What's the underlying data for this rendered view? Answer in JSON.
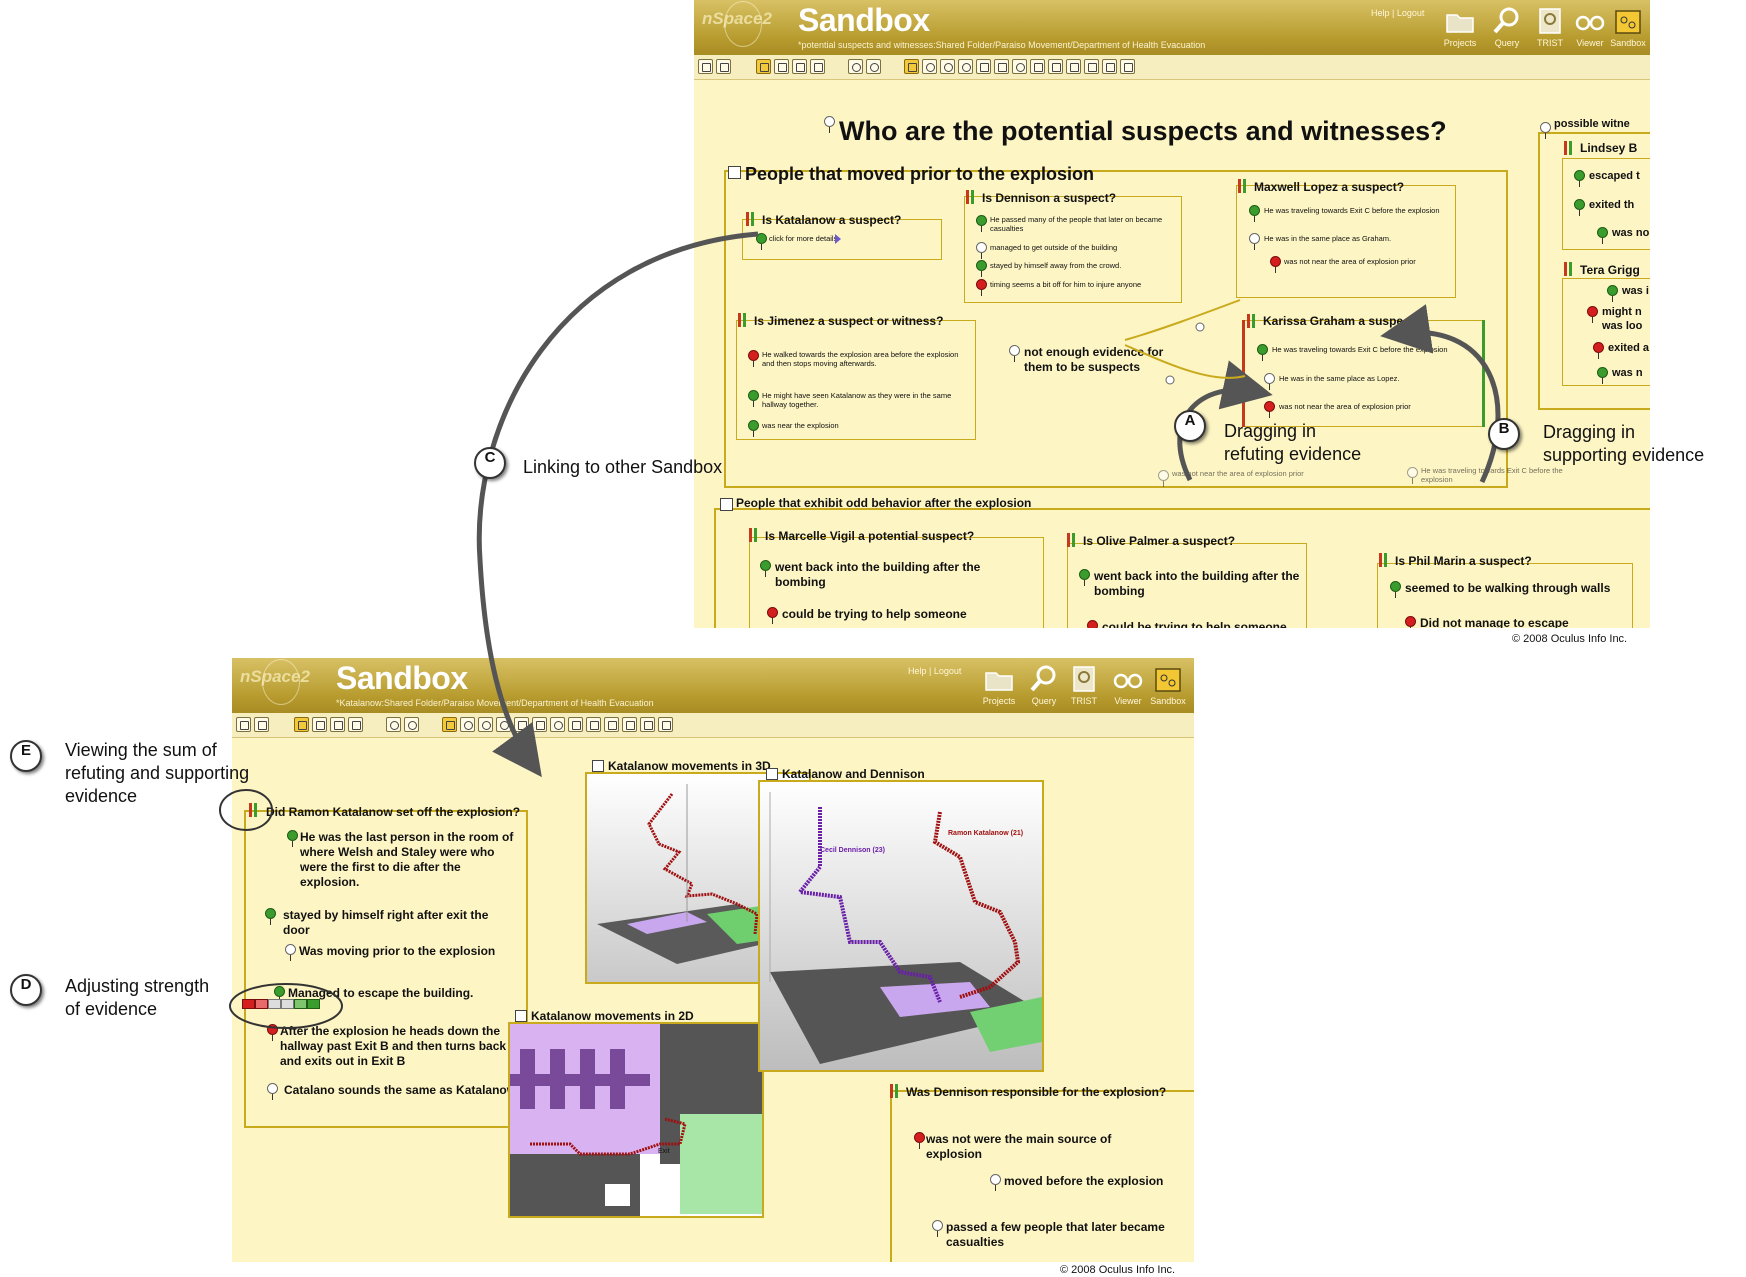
{
  "top_window": {
    "logo": "nSpace2",
    "title": "Sandbox",
    "breadcrumb": "*potential suspects and witnesses:Shared Folder/Paraiso Movement/Department of Health Evacuation",
    "help_links": "Help | Logout",
    "nav": [
      "Projects",
      "Query",
      "TRIST",
      "Viewer",
      "Sandbox"
    ],
    "question": "Who are the potential suspects and witnesses?",
    "group1_title": "People that moved prior to the explosion",
    "katalanow": {
      "title": "Is Katalanow a suspect?",
      "link": "click for more details"
    },
    "dennison": {
      "title": "Is Dennison a suspect?",
      "items": [
        "He passed many of the people that later on became casualties",
        "managed to get outside of the building",
        "stayed by himself away from the crowd.",
        "timing seems a bit off for him to injure anyone"
      ]
    },
    "maxwell": {
      "title": "Maxwell Lopez a suspect?",
      "items": [
        "He was traveling towards Exit C before the explosion",
        "He was in the same place as Graham.",
        "was not near the area of explosion prior"
      ]
    },
    "jimenez": {
      "title": "Is Jimenez a suspect or witness?",
      "items": [
        "He walked towards the explosion area before the explosion and then stops moving afterwards.",
        "He might have seen Katalanow as they were in the same hallway together.",
        "was near the explosion"
      ]
    },
    "not_enough": "not enough evidence for them to be suspects",
    "karissa": {
      "title": "Karissa Graham a suspect?",
      "items": [
        "He was traveling towards Exit C before the explosion",
        "He was in the same place as Lopez.",
        "was not near the area of explosion prior"
      ]
    },
    "floating_a": "was not near the area of explosion prior",
    "floating_b": "He was traveling towards Exit C before the explosion",
    "possible": {
      "title": "possible witne",
      "lindsey": "Lindsey B",
      "lindsey_items": [
        "escaped t",
        "exited th",
        "was no"
      ],
      "tera": "Tera Grigg",
      "tera_items": [
        "was i",
        "might n was loo",
        "exited a",
        "was n"
      ]
    },
    "group2_title": "People that exhibit odd behavior after the explosion",
    "marcelle": {
      "title": "Is Marcelle Vigil a potential suspect?",
      "items": [
        "went back into the building after the bombing",
        "could be trying to help someone"
      ]
    },
    "olive": {
      "title": "Is Olive Palmer a suspect?",
      "items": [
        "went back into the building after the bombing",
        "could be trying to help someone"
      ]
    },
    "phil": {
      "title": "Is Phil Marin a suspect?",
      "items": [
        "seemed to be walking through walls",
        "Did not manage to escape"
      ]
    },
    "copyright": "© 2008 Oculus Info Inc."
  },
  "bottom_window": {
    "logo": "nSpace2",
    "title": "Sandbox",
    "breadcrumb": "*Katalanow:Shared Folder/Paraiso Movement/Department of Health Evacuation",
    "help_links": "Help | Logout",
    "nav": [
      "Projects",
      "Query",
      "TRIST",
      "Viewer",
      "Sandbox"
    ],
    "ramon": {
      "title": "Did Ramon Katalanow set off the explosion?",
      "items": [
        "He was the last person in the room of where Welsh and Staley were who were the first to die after the explosion.",
        "stayed by himself right after exit the door",
        "Was moving prior to the explosion",
        "Managed to escape the building.",
        "After the explosion he heads down the hallway past Exit B and then turns back and exits out in Exit B",
        "Catalano sounds the same as Katalanow"
      ]
    },
    "pic_3d": "Katalanow movements in 3D",
    "pic_2d": "Katalanow movements in 2D",
    "pic_kd": "Katalanow and Dennison",
    "pic_kd_labels": [
      "Cecil Dennison (23)",
      "Ramon Katalanow (21)"
    ],
    "pic_2d_labels": [
      "Exit"
    ],
    "dennison_q": {
      "title": "Was Dennison responsible for the explosion?",
      "items": [
        "was not were the main source of explosion",
        "moved before the explosion",
        "passed a few people that later became casualties"
      ]
    },
    "copyright": "© 2008 Oculus Info Inc."
  },
  "annotations": {
    "A": {
      "badge": "A",
      "text": "Dragging in\nrefuting evidence"
    },
    "B": {
      "badge": "B",
      "text": "Dragging in\nsupporting evidence"
    },
    "C": {
      "badge": "C",
      "text": "Linking to other Sandbox"
    },
    "D": {
      "badge": "D",
      "text": "Adjusting strength\nof evidence"
    },
    "E": {
      "badge": "E",
      "text": "Viewing the sum of\nrefuting and supporting\nevidence"
    }
  },
  "colors": {
    "sandbox_bg": "#fdf5c4",
    "titlebar": "#b79b2e",
    "box_border": "#c9aa1c",
    "support": "#3a9c2c",
    "refute": "#d51e1e"
  }
}
